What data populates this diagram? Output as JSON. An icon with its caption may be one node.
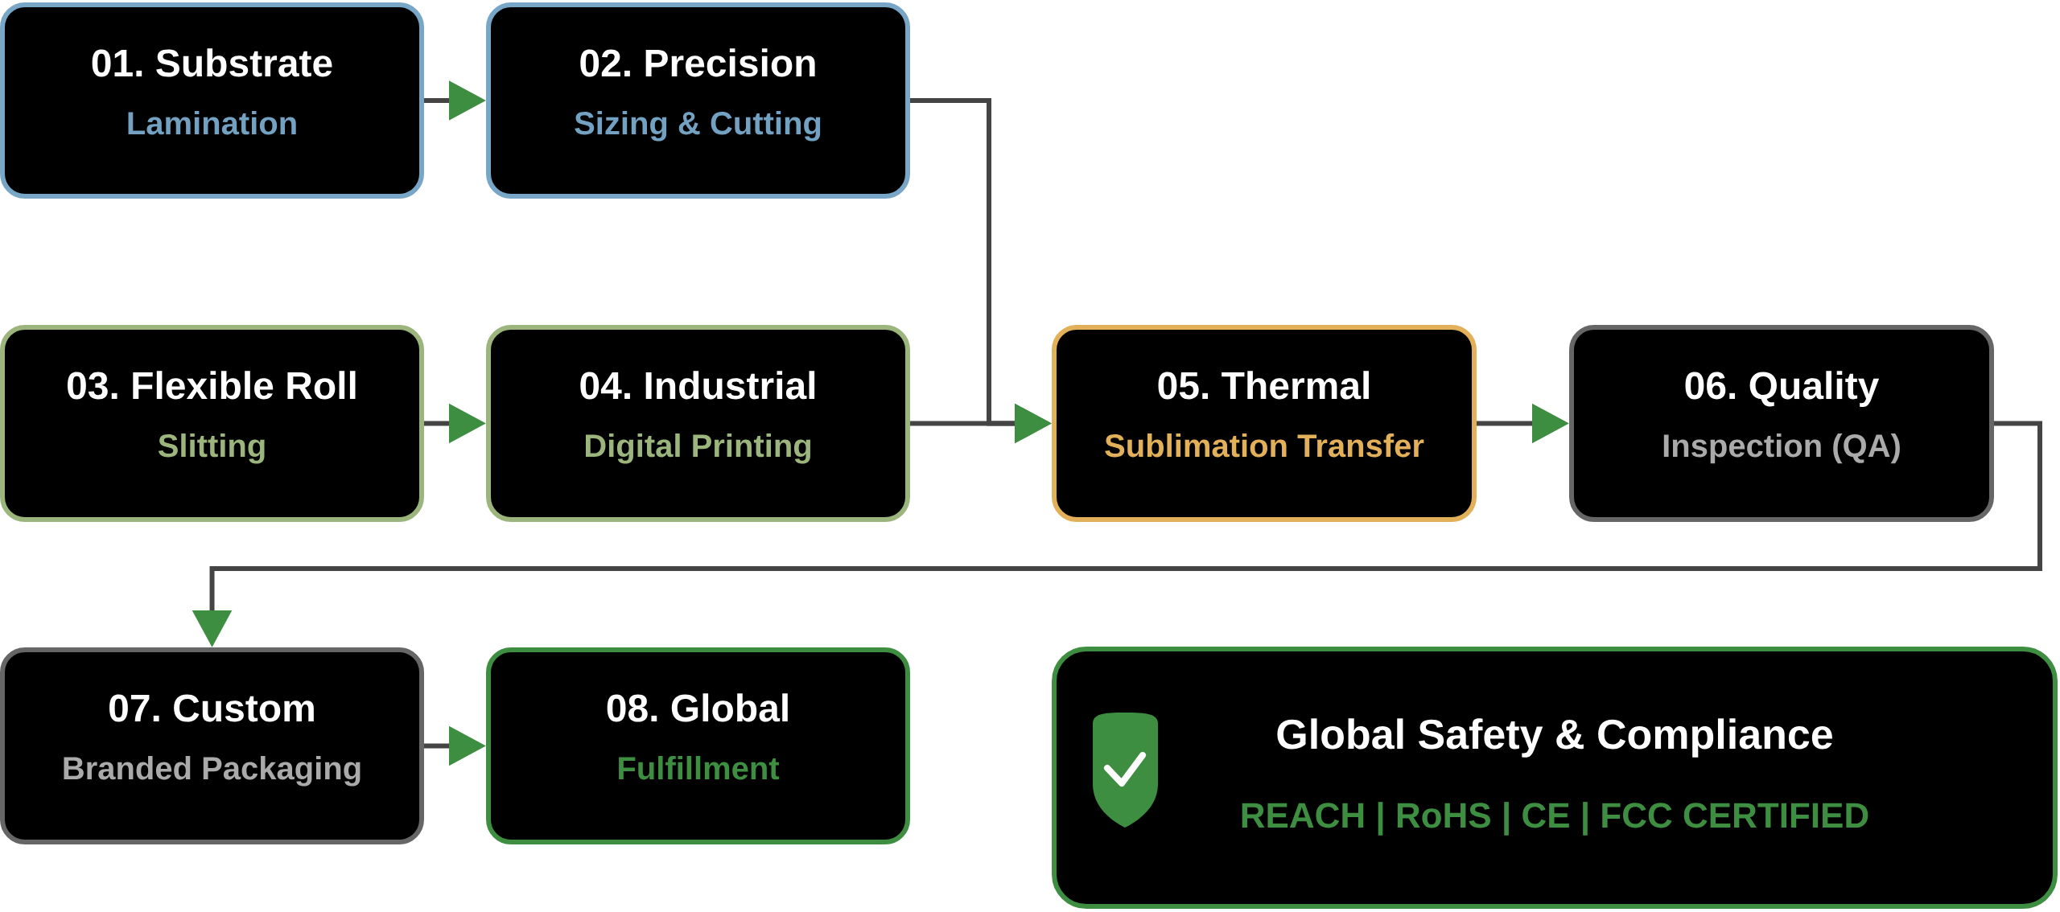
{
  "diagram": {
    "nodes": [
      {
        "text": [
          "01. Substrate",
          "Lamination"
        ]
      },
      {
        "text": [
          "02. Precision",
          "Sizing & Cutting"
        ]
      },
      {
        "text": [
          "03. Flexible Roll",
          "Slitting"
        ]
      },
      {
        "text": [
          "04. Industrial",
          "Digital Printing"
        ]
      },
      {
        "text": [
          "05. Thermal",
          "Sublimation Transfer"
        ]
      },
      {
        "text": [
          "06. Quality",
          "Inspection (QA)"
        ]
      },
      {
        "text": [
          "07. Custom",
          "Branded Packaging"
        ]
      },
      {
        "text": [
          "08. Global",
          "Fulfillment"
        ]
      },
      {
        "text": [
          "Global Safety & Compliance",
          "REACH | RoHS | CE | FCC CERTIFIED"
        ]
      }
    ],
    "edges": [
      {
        "from": 0,
        "to": 1,
        "arrow": "to"
      },
      {
        "from": 1,
        "to": 4,
        "arrow": "to"
      },
      {
        "from": 2,
        "to": 3,
        "arrow": "to"
      },
      {
        "from": 3,
        "to": 4,
        "arrow": "to"
      },
      {
        "from": 4,
        "to": 5,
        "arrow": "to"
      },
      {
        "from": 5,
        "to": 6,
        "arrow": "to"
      },
      {
        "from": 6,
        "to": 7,
        "arrow": "to"
      }
    ]
  }
}
